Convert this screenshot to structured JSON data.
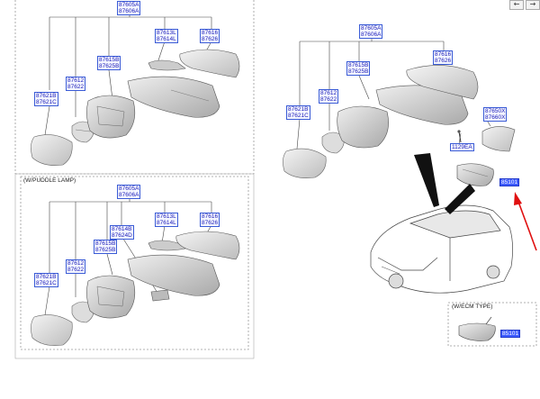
{
  "nav": {
    "back_glyph": "←",
    "forward_glyph": "→"
  },
  "left_top": {
    "lbl_main": [
      "87605A",
      "87606A"
    ],
    "lbl_cover": [
      "87613L",
      "87614L"
    ],
    "lbl_cap": [
      "87616",
      "87626"
    ],
    "lbl_housing": [
      "87615B",
      "87625B"
    ],
    "lbl_frame": [
      "87612",
      "87622"
    ],
    "lbl_glass": [
      "87621B",
      "87621C"
    ]
  },
  "left_bottom": {
    "caption": "(W/PUDDLE LAMP)",
    "lbl_main": [
      "87605A",
      "87606A"
    ],
    "lbl_cover": [
      "87613L",
      "87614L"
    ],
    "lbl_cap": [
      "87616",
      "87626"
    ],
    "lbl_lamp": [
      "87614B",
      "87624D"
    ],
    "lbl_housing": [
      "87615B",
      "87625B"
    ],
    "lbl_frame": [
      "87612",
      "87622"
    ],
    "lbl_glass": [
      "87621B",
      "87621C"
    ]
  },
  "right": {
    "lbl_main": [
      "87605A",
      "87606A"
    ],
    "lbl_cap": [
      "87616",
      "87626"
    ],
    "lbl_housing": [
      "87615B",
      "87625B"
    ],
    "lbl_frame": [
      "87612",
      "87622"
    ],
    "lbl_glass": [
      "87621B",
      "87621C"
    ],
    "lbl_cover": [
      "87650X",
      "87660X"
    ],
    "lbl_screw": "1129EA",
    "lbl_inside_mirror": "85101",
    "ecm_caption": "(W/ECM TYPE)",
    "lbl_ecm_mirror": "85101"
  },
  "colors": {
    "label_text": "#1a1ab8",
    "label_border": "#3a5bd6",
    "highlight": "#3d5bff",
    "arrow": "#e01010"
  }
}
